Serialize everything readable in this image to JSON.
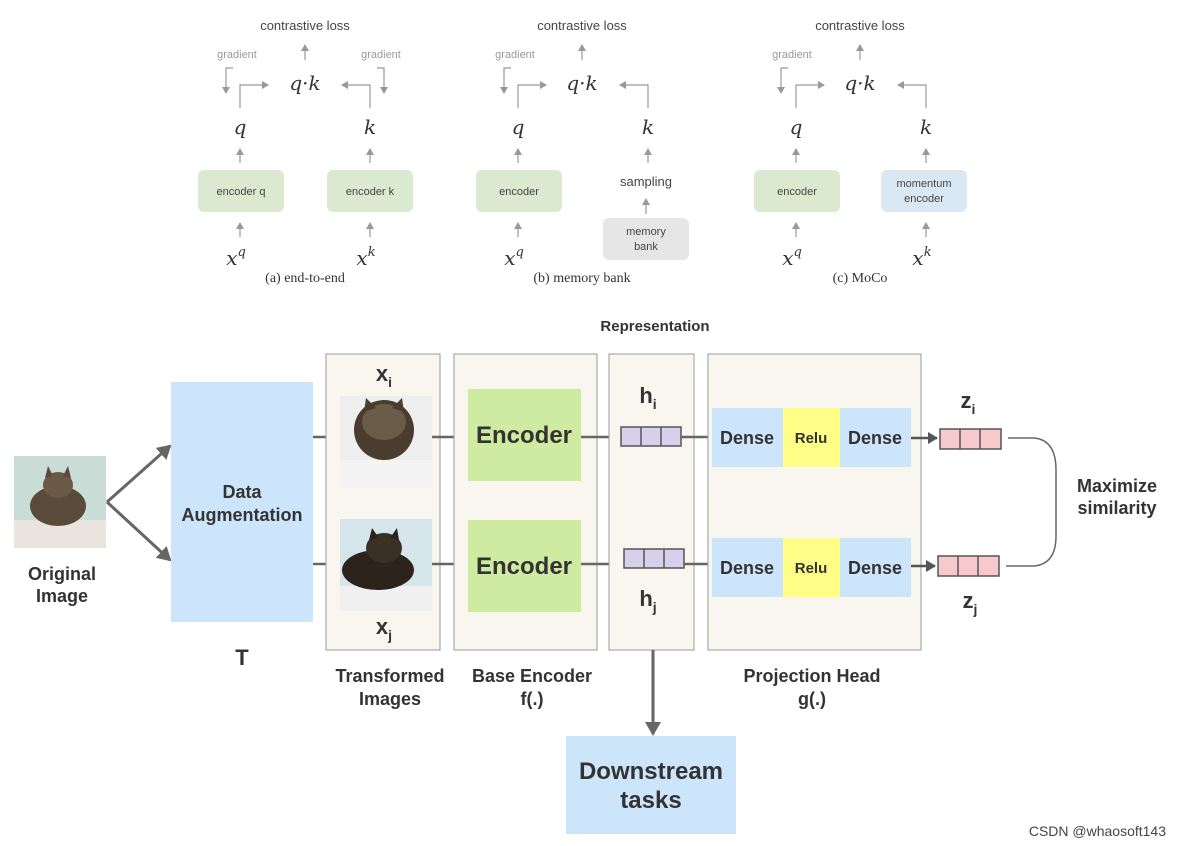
{
  "top": {
    "panels": [
      {
        "loss": "contrastive loss",
        "gradient_left": "gradient",
        "gradient_right": "gradient",
        "qk": "q·k",
        "q": "q",
        "k": "k",
        "enc_left": "encoder q",
        "enc_right": "encoder k",
        "xq": "x",
        "xq_sup": "q",
        "xk": "x",
        "xk_sup": "k",
        "caption": "(a) end-to-end"
      },
      {
        "loss": "contrastive loss",
        "gradient_left": "gradient",
        "qk": "q·k",
        "q": "q",
        "k": "k",
        "enc_left": "encoder",
        "sampling": "sampling",
        "bank_line1": "memory",
        "bank_line2": "bank",
        "xq": "x",
        "xq_sup": "q",
        "caption": "(b) memory bank"
      },
      {
        "loss": "contrastive loss",
        "gradient_left": "gradient",
        "qk": "q·k",
        "q": "q",
        "k": "k",
        "enc_left": "encoder",
        "enc_right_line1": "momentum",
        "enc_right_line2": "encoder",
        "xq": "x",
        "xq_sup": "q",
        "xk": "x",
        "xk_sup": "k",
        "caption": "(c) MoCo"
      }
    ]
  },
  "bottom": {
    "representation": "Representation",
    "original_line1": "Original",
    "original_line2": "Image",
    "aug_line1": "Data",
    "aug_line2": "Augmentation",
    "aug_symbol": "T",
    "xi": "x",
    "xi_sub": "i",
    "xj": "x",
    "xj_sub": "j",
    "transformed_line1": "Transformed",
    "transformed_line2": "Images",
    "encoder": "Encoder",
    "base_line1": "Base Encoder",
    "base_line2": "f(.)",
    "hi": "h",
    "hi_sub": "i",
    "hj": "h",
    "hj_sub": "j",
    "dense": "Dense",
    "relu": "Relu",
    "proj_line1": "Projection Head",
    "proj_line2": "g(.)",
    "zi": "z",
    "zi_sub": "i",
    "zj": "z",
    "zj_sub": "j",
    "max_line1": "Maximize",
    "max_line2": "similarity",
    "downstream_line1": "Downstream",
    "downstream_line2": "tasks"
  },
  "watermark": "CSDN @whaosoft143",
  "colors": {
    "encoder_green": "#cfeaa1",
    "top_green": "#dbe9d0",
    "blue_box": "#cce5fa",
    "relu_yellow": "#ffff88",
    "panel_bg": "#f8f6ef",
    "vector_purple": "#d6d0ec",
    "vector_pink": "#f7c8cc",
    "bank_gray": "#e6e6e6",
    "momentum_blue": "#dae8f3"
  }
}
